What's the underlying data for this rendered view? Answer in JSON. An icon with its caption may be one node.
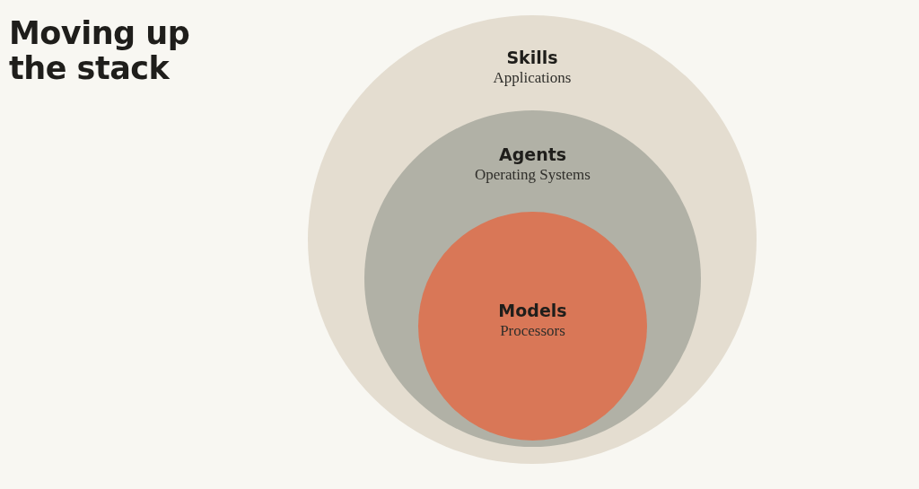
{
  "diagram": {
    "title": "Moving up the stack",
    "nodes": [
      {
        "text": [
          "Skills",
          "Applications"
        ]
      },
      {
        "text": [
          "Agents",
          "Operating Systems"
        ],
        "in": 0
      },
      {
        "text": [
          "Models",
          "Processors"
        ],
        "in": 1
      }
    ]
  }
}
